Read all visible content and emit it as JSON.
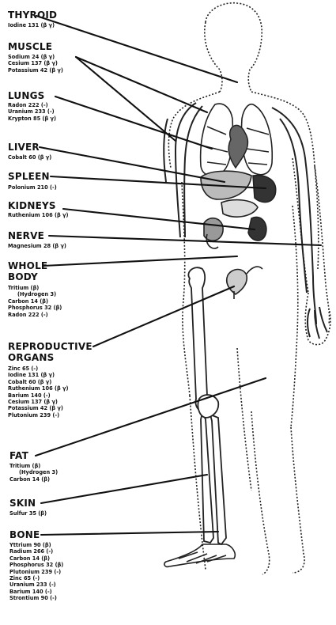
{
  "organs": [
    {
      "id": "thyroid",
      "name": "THYROID",
      "isotopes": [
        "Iodine 131 (β γ)"
      ]
    },
    {
      "id": "muscle",
      "name": "MUSCLE",
      "isotopes": [
        "Sodium 24 (β γ)",
        "Cesium 137 (β γ)",
        "Potassium 42 (β γ)"
      ]
    },
    {
      "id": "lungs",
      "name": "LUNGS",
      "isotopes": [
        "Radon 222 (-)",
        "Uranium 233 (-)",
        "Krypton 85 (β γ)"
      ]
    },
    {
      "id": "liver",
      "name": "LIVER",
      "isotopes": [
        "Cobalt 60 (β γ)"
      ]
    },
    {
      "id": "spleen",
      "name": "SPLEEN",
      "isotopes": [
        "Polonium 210 (-)"
      ]
    },
    {
      "id": "kidneys",
      "name": "KIDNEYS",
      "isotopes": [
        "Ruthenium 106 (β γ)"
      ]
    },
    {
      "id": "nerve",
      "name": "NERVE",
      "isotopes": [
        "Magnesium 28 (β γ)"
      ]
    },
    {
      "id": "whole_body",
      "name": "WHOLE",
      "name2": "BODY",
      "isotopes": [
        "Tritium (β)",
        "(Hydrogen 3)",
        "Carbon 14 (β)",
        "Phosphorus 32 (β)",
        "Radon 222 (-)"
      ]
    },
    {
      "id": "reproductive",
      "name": "REPRODUCTIVE",
      "name2": "ORGANS",
      "isotopes": [
        "Zinc 65 (-)",
        "Iodine 131 (β γ)",
        "Cobalt 60 (β γ)",
        "Ruthenium 106 (β γ)",
        "Barium 140 (-)",
        "Cesium 137 (β γ)",
        "Potassium 42 (β γ)",
        "Plutonium 239 (-)"
      ]
    },
    {
      "id": "fat",
      "name": "FAT",
      "isotopes": [
        "Tritium (β)",
        "(Hydrogen 3)",
        "Carbon 14 (β)"
      ]
    },
    {
      "id": "skin",
      "name": "SKIN",
      "isotopes": [
        "Sulfur 35 (β)"
      ]
    },
    {
      "id": "bone",
      "name": "BONE",
      "isotopes": [
        "Yttrium 90 (β)",
        "Radium 266 (-)",
        "Carbon 14 (β)",
        "Phosphorus 32 (β)",
        "Plutonium 239 (-)",
        "Zinc 65 (-)",
        "Uranium 233 (-)",
        "Barium 140 (-)",
        "Strontium 90 (-)"
      ]
    }
  ]
}
